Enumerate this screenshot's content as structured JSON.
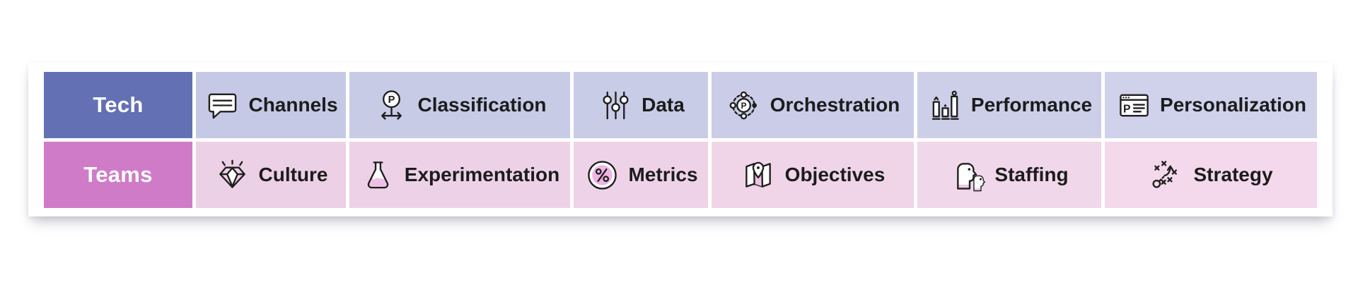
{
  "table": {
    "rows": [
      {
        "header": "Tech",
        "cells": [
          {
            "label": "Channels",
            "icon": "speech-bubble-icon"
          },
          {
            "label": "Classification",
            "icon": "signpost-p-icon"
          },
          {
            "label": "Data",
            "icon": "sliders-icon"
          },
          {
            "label": "Orchestration",
            "icon": "orbit-p-icon"
          },
          {
            "label": "Performance",
            "icon": "bar-chart-icon"
          },
          {
            "label": "Personalization",
            "icon": "browser-p-icon"
          }
        ]
      },
      {
        "header": "Teams",
        "cells": [
          {
            "label": "Culture",
            "icon": "gem-icon"
          },
          {
            "label": "Experimentation",
            "icon": "flask-icon"
          },
          {
            "label": "Metrics",
            "icon": "percent-circle-icon"
          },
          {
            "label": "Objectives",
            "icon": "map-pin-icon"
          },
          {
            "label": "Staffing",
            "icon": "people-profiles-icon"
          },
          {
            "label": "Strategy",
            "icon": "tactics-play-icon"
          }
        ]
      }
    ]
  },
  "colors": {
    "tech_header": "#6370b4",
    "teams_header": "#cf7bc8",
    "tech_cell": "#c9cce7",
    "teams_cell": "#eed3e8",
    "accent_pink": "#efc0e5",
    "ink": "#1e1e1e"
  }
}
